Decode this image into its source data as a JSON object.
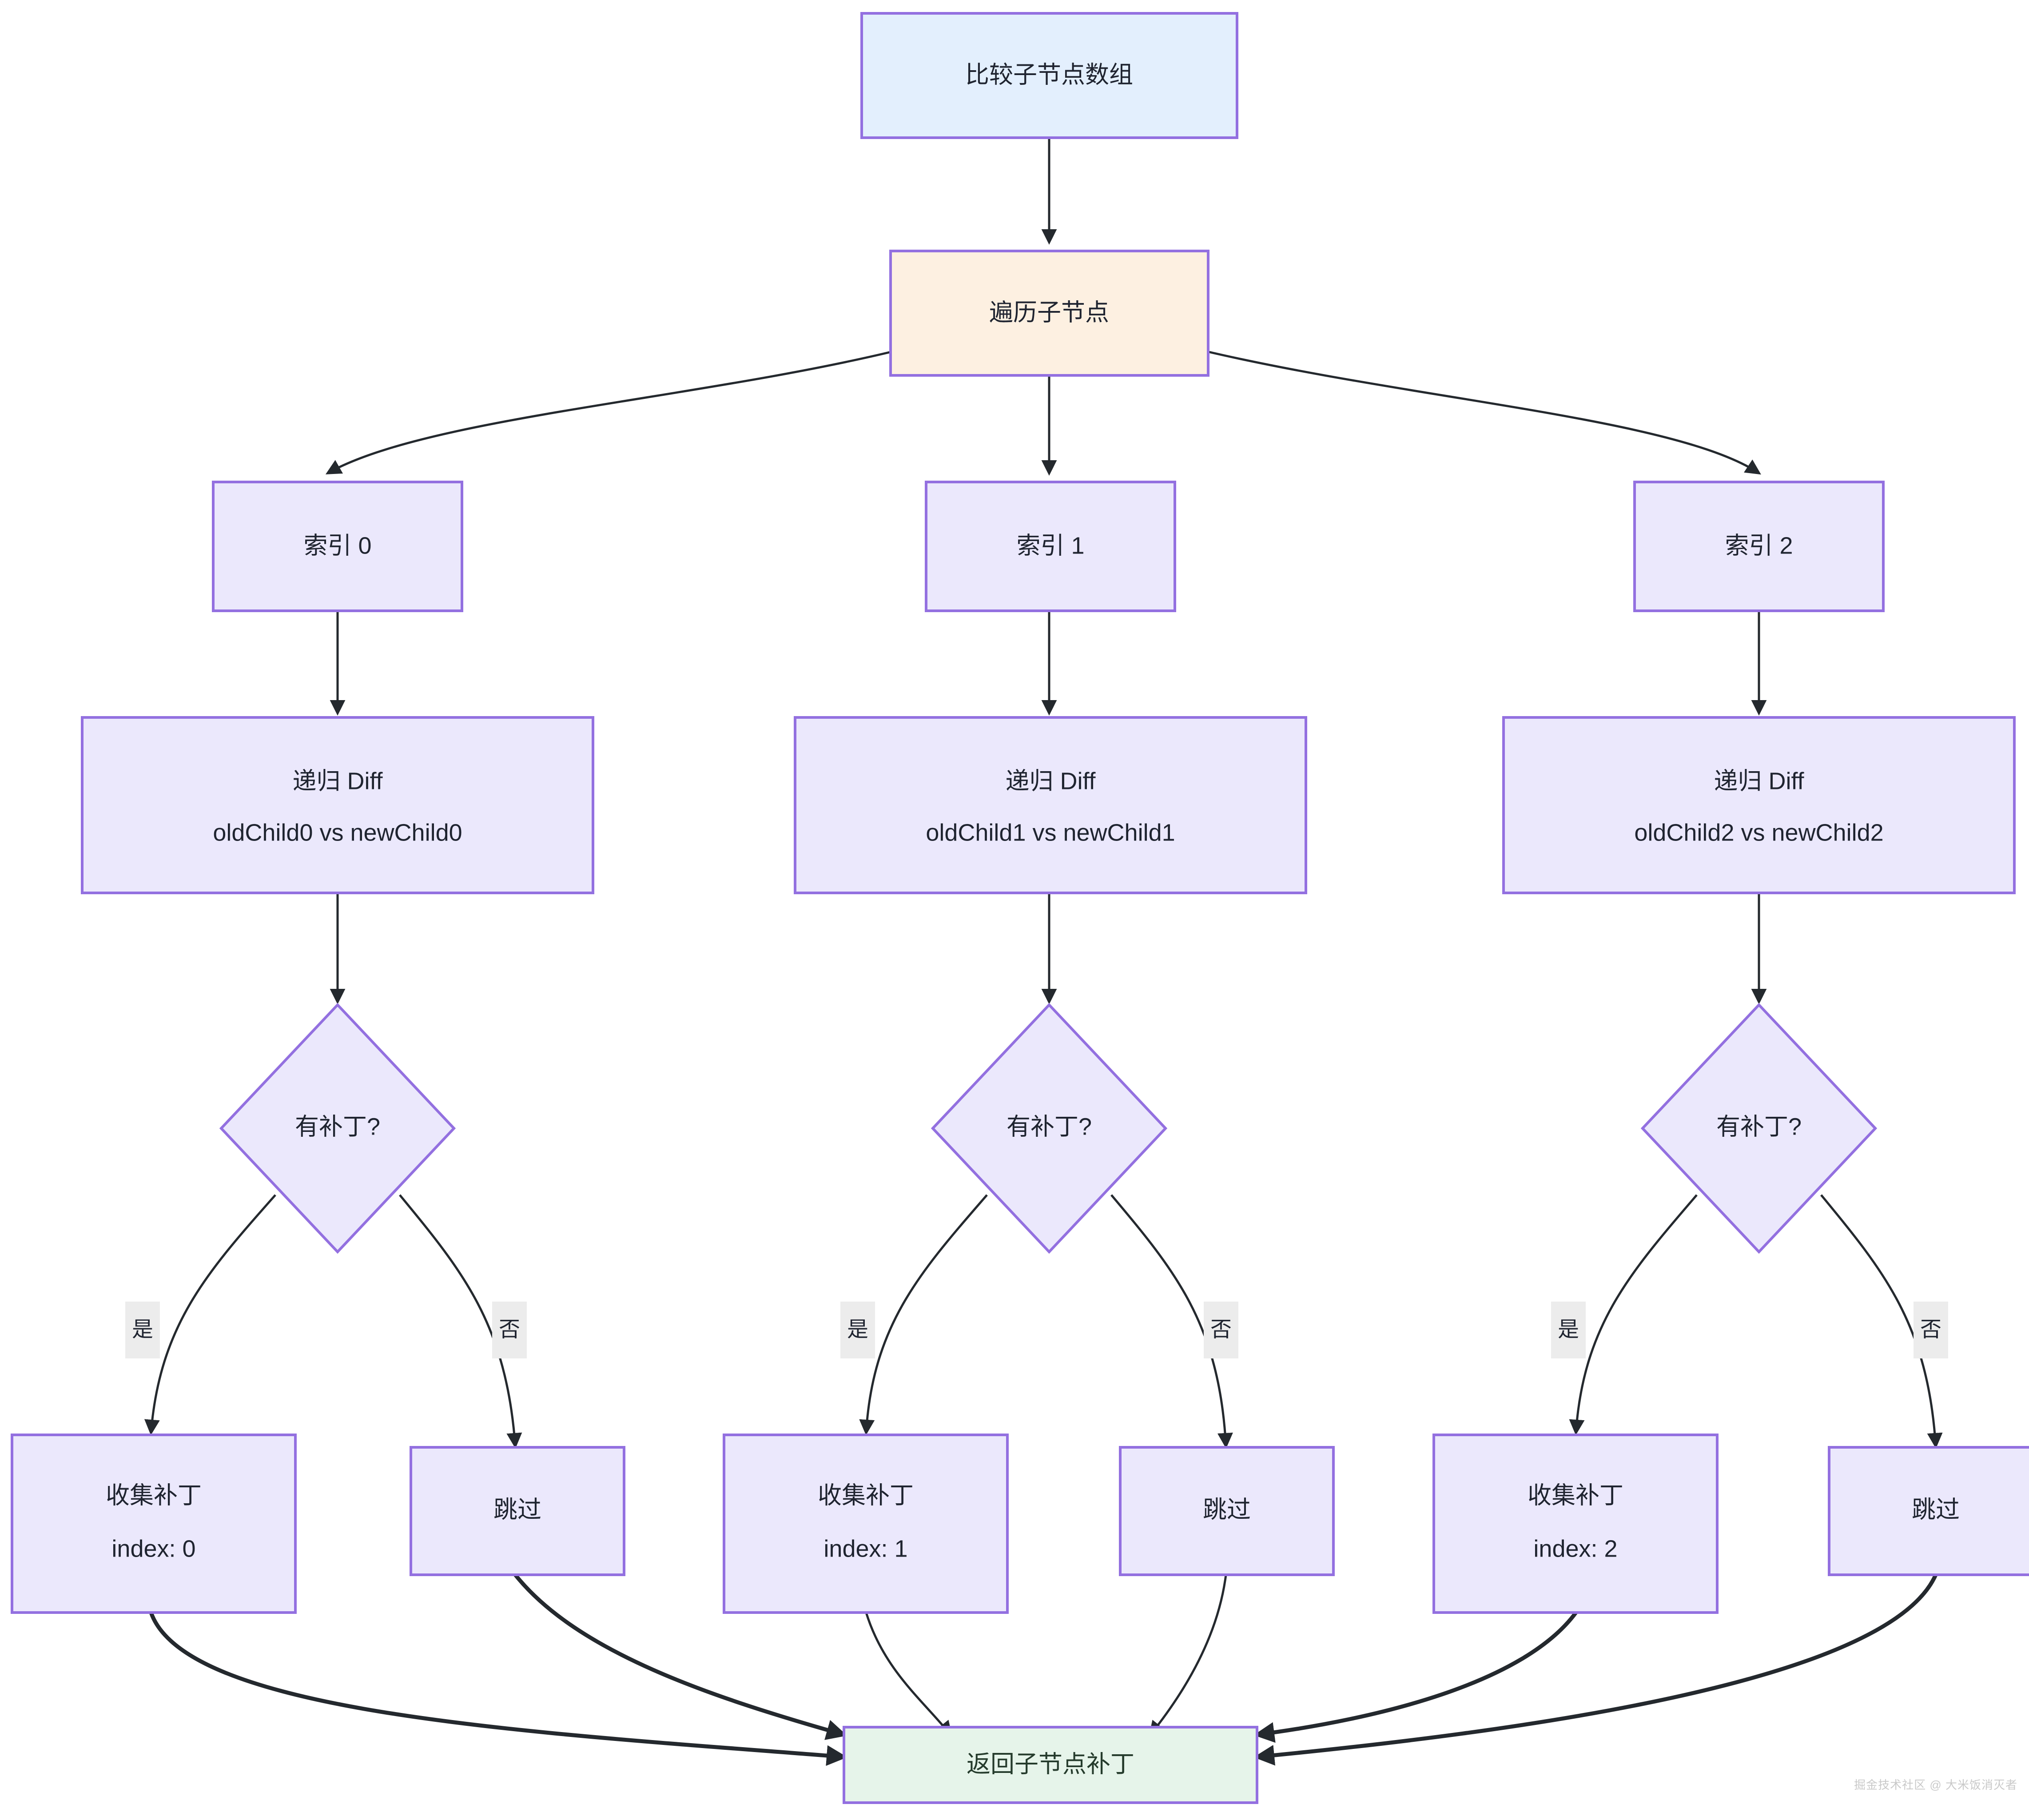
{
  "diagram": {
    "title": "比较子节点数组",
    "type": "flowchart",
    "direction": "top-down",
    "watermark": "掘金技术社区 @ 大米饭消灭者",
    "colors": {
      "border": "#9370e0",
      "start_fill": "#e3effd",
      "loop_fill": "#fdf0e1",
      "process_fill": "#ebe8fc",
      "end_fill": "#e6f4ea",
      "edge": "#24292e",
      "edge_label_bg": "#ececec",
      "background": "#ffffff"
    },
    "nodes": [
      {
        "id": "start",
        "label": "比较子节点数组",
        "shape": "rect",
        "fill": "start_fill"
      },
      {
        "id": "loop",
        "label": "遍历子节点",
        "shape": "rect",
        "fill": "loop_fill"
      },
      {
        "id": "idx0",
        "label": "索引 0",
        "shape": "rect",
        "fill": "process_fill"
      },
      {
        "id": "idx1",
        "label": "索引 1",
        "shape": "rect",
        "fill": "process_fill"
      },
      {
        "id": "idx2",
        "label": "索引 2",
        "shape": "rect",
        "fill": "process_fill"
      },
      {
        "id": "diff0",
        "label_line1": "递归 Diff",
        "label_line2": "oldChild0 vs newChild0",
        "shape": "rect",
        "fill": "process_fill"
      },
      {
        "id": "diff1",
        "label_line1": "递归 Diff",
        "label_line2": "oldChild1 vs newChild1",
        "shape": "rect",
        "fill": "process_fill"
      },
      {
        "id": "diff2",
        "label_line1": "递归 Diff",
        "label_line2": "oldChild2 vs newChild2",
        "shape": "rect",
        "fill": "process_fill"
      },
      {
        "id": "cond0",
        "label": "有补丁?",
        "shape": "diamond",
        "fill": "process_fill"
      },
      {
        "id": "cond1",
        "label": "有补丁?",
        "shape": "diamond",
        "fill": "process_fill"
      },
      {
        "id": "cond2",
        "label": "有补丁?",
        "shape": "diamond",
        "fill": "process_fill"
      },
      {
        "id": "patch0",
        "label_line1": "收集补丁",
        "label_line2": "index: 0",
        "shape": "rect",
        "fill": "process_fill"
      },
      {
        "id": "patch1",
        "label_line1": "收集补丁",
        "label_line2": "index: 1",
        "shape": "rect",
        "fill": "process_fill"
      },
      {
        "id": "patch2",
        "label_line1": "收集补丁",
        "label_line2": "index: 2",
        "shape": "rect",
        "fill": "process_fill"
      },
      {
        "id": "skip0",
        "label": "跳过",
        "shape": "rect",
        "fill": "process_fill"
      },
      {
        "id": "skip1",
        "label": "跳过",
        "shape": "rect",
        "fill": "process_fill"
      },
      {
        "id": "skip2",
        "label": "跳过",
        "shape": "rect",
        "fill": "process_fill"
      },
      {
        "id": "result",
        "label": "返回子节点补丁",
        "shape": "rect",
        "fill": "end_fill"
      }
    ],
    "edges": [
      {
        "from": "start",
        "to": "loop",
        "label": ""
      },
      {
        "from": "loop",
        "to": "idx0",
        "label": ""
      },
      {
        "from": "loop",
        "to": "idx1",
        "label": ""
      },
      {
        "from": "loop",
        "to": "idx2",
        "label": ""
      },
      {
        "from": "idx0",
        "to": "diff0",
        "label": ""
      },
      {
        "from": "idx1",
        "to": "diff1",
        "label": ""
      },
      {
        "from": "idx2",
        "to": "diff2",
        "label": ""
      },
      {
        "from": "diff0",
        "to": "cond0",
        "label": ""
      },
      {
        "from": "diff1",
        "to": "cond1",
        "label": ""
      },
      {
        "from": "diff2",
        "to": "cond2",
        "label": ""
      },
      {
        "from": "cond0",
        "to": "patch0",
        "label": "是"
      },
      {
        "from": "cond0",
        "to": "skip0",
        "label": "否"
      },
      {
        "from": "cond1",
        "to": "patch1",
        "label": "是"
      },
      {
        "from": "cond1",
        "to": "skip1",
        "label": "否"
      },
      {
        "from": "cond2",
        "to": "patch2",
        "label": "是"
      },
      {
        "from": "cond2",
        "to": "skip2",
        "label": "否"
      },
      {
        "from": "patch0",
        "to": "result",
        "label": ""
      },
      {
        "from": "skip0",
        "to": "result",
        "label": ""
      },
      {
        "from": "patch1",
        "to": "result",
        "label": ""
      },
      {
        "from": "skip1",
        "to": "result",
        "label": ""
      },
      {
        "from": "patch2",
        "to": "result",
        "label": ""
      },
      {
        "from": "skip2",
        "to": "result",
        "label": ""
      }
    ],
    "edge_labels": {
      "yes": "是",
      "no": "否"
    }
  }
}
